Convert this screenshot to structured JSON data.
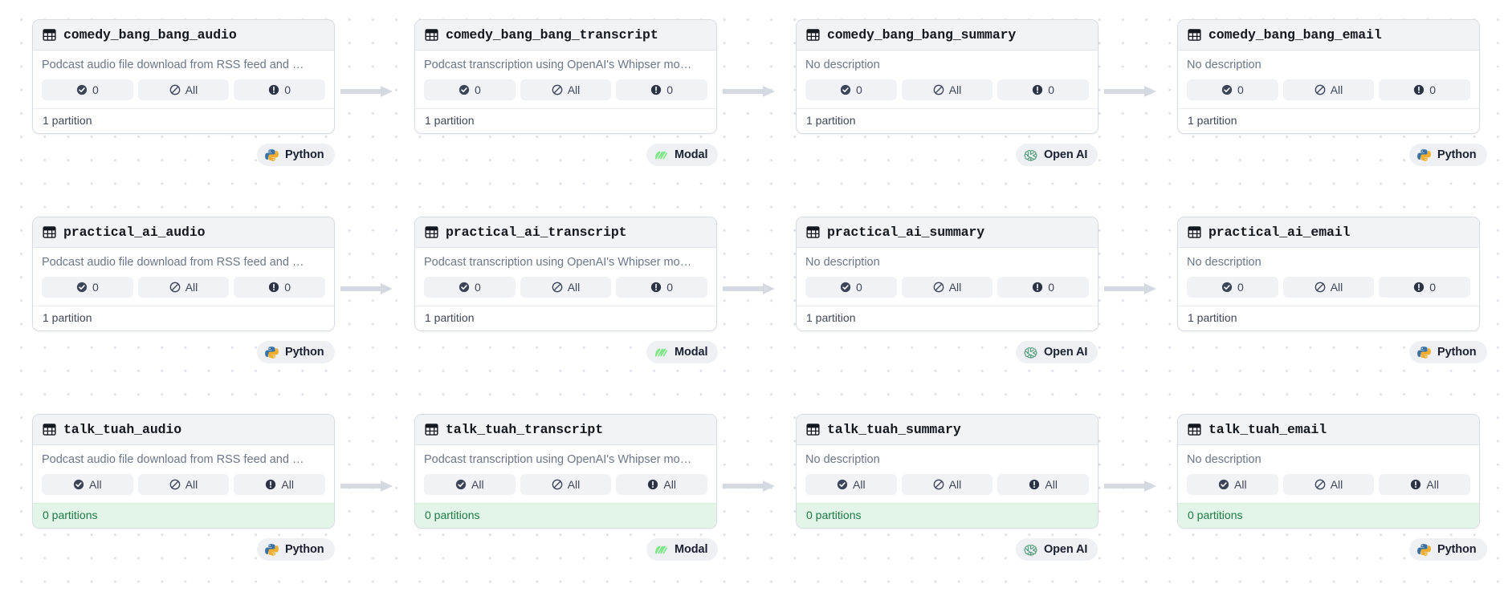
{
  "app": {
    "view": "asset-lineage-graph",
    "background": "#ffffff",
    "grid_dot_color": "#dcdfe6",
    "accent_empty_bg": "#e2f5e8",
    "accent_empty_text": "#1d7a43",
    "connector_color": "#d5d9e2"
  },
  "icons": {
    "table": "table-grid-icon",
    "check": "check-circle-icon",
    "slash": "slash-circle-icon",
    "alert": "alert-circle-icon",
    "python": "python-logo-icon",
    "modal": "modal-logo-icon",
    "openai": "openai-logo-icon"
  },
  "descriptions": {
    "audio": "Podcast audio file download from RSS feed and …",
    "transcript": "Podcast transcription using OpenAI's Whipser mo…",
    "none": "No description"
  },
  "badges": [
    {
      "label": "Python",
      "icon": "python-logo-icon"
    },
    {
      "label": "Modal",
      "icon": "modal-logo-icon"
    },
    {
      "label": "Open AI",
      "icon": "openai-logo-icon"
    },
    {
      "label": "Python",
      "icon": "python-logo-icon"
    }
  ],
  "rows": [
    {
      "id": "comedy_bang_bang",
      "nodes": [
        {
          "title": "comedy_bang_bang_audio",
          "description": "Podcast audio file download from RSS feed and …",
          "pills": [
            {
              "icon": "check-circle-icon",
              "label": "0"
            },
            {
              "icon": "slash-circle-icon",
              "label": "All"
            },
            {
              "icon": "alert-circle-icon",
              "label": "0"
            }
          ],
          "footer": "1 partition",
          "empty": false
        },
        {
          "title": "comedy_bang_bang_transcript",
          "description": "Podcast transcription using OpenAI's Whipser mo…",
          "pills": [
            {
              "icon": "check-circle-icon",
              "label": "0"
            },
            {
              "icon": "slash-circle-icon",
              "label": "All"
            },
            {
              "icon": "alert-circle-icon",
              "label": "0"
            }
          ],
          "footer": "1 partition",
          "empty": false
        },
        {
          "title": "comedy_bang_bang_summary",
          "description": "No description",
          "pills": [
            {
              "icon": "check-circle-icon",
              "label": "0"
            },
            {
              "icon": "slash-circle-icon",
              "label": "All"
            },
            {
              "icon": "alert-circle-icon",
              "label": "0"
            }
          ],
          "footer": "1 partition",
          "empty": false
        },
        {
          "title": "comedy_bang_bang_email",
          "description": "No description",
          "pills": [
            {
              "icon": "check-circle-icon",
              "label": "0"
            },
            {
              "icon": "slash-circle-icon",
              "label": "All"
            },
            {
              "icon": "alert-circle-icon",
              "label": "0"
            }
          ],
          "footer": "1 partition",
          "empty": false
        }
      ]
    },
    {
      "id": "practical_ai",
      "nodes": [
        {
          "title": "practical_ai_audio",
          "description": "Podcast audio file download from RSS feed and …",
          "pills": [
            {
              "icon": "check-circle-icon",
              "label": "0"
            },
            {
              "icon": "slash-circle-icon",
              "label": "All"
            },
            {
              "icon": "alert-circle-icon",
              "label": "0"
            }
          ],
          "footer": "1 partition",
          "empty": false
        },
        {
          "title": "practical_ai_transcript",
          "description": "Podcast transcription using OpenAI's Whipser mo…",
          "pills": [
            {
              "icon": "check-circle-icon",
              "label": "0"
            },
            {
              "icon": "slash-circle-icon",
              "label": "All"
            },
            {
              "icon": "alert-circle-icon",
              "label": "0"
            }
          ],
          "footer": "1 partition",
          "empty": false
        },
        {
          "title": "practical_ai_summary",
          "description": "No description",
          "pills": [
            {
              "icon": "check-circle-icon",
              "label": "0"
            },
            {
              "icon": "slash-circle-icon",
              "label": "All"
            },
            {
              "icon": "alert-circle-icon",
              "label": "0"
            }
          ],
          "footer": "1 partition",
          "empty": false
        },
        {
          "title": "practical_ai_email",
          "description": "No description",
          "pills": [
            {
              "icon": "check-circle-icon",
              "label": "0"
            },
            {
              "icon": "slash-circle-icon",
              "label": "All"
            },
            {
              "icon": "alert-circle-icon",
              "label": "0"
            }
          ],
          "footer": "1 partition",
          "empty": false
        }
      ]
    },
    {
      "id": "talk_tuah",
      "nodes": [
        {
          "title": "talk_tuah_audio",
          "description": "Podcast audio file download from RSS feed and …",
          "pills": [
            {
              "icon": "check-circle-icon",
              "label": "All"
            },
            {
              "icon": "slash-circle-icon",
              "label": "All"
            },
            {
              "icon": "alert-circle-icon",
              "label": "All"
            }
          ],
          "footer": "0 partitions",
          "empty": true
        },
        {
          "title": "talk_tuah_transcript",
          "description": "Podcast transcription using OpenAI's Whipser mo…",
          "pills": [
            {
              "icon": "check-circle-icon",
              "label": "All"
            },
            {
              "icon": "slash-circle-icon",
              "label": "All"
            },
            {
              "icon": "alert-circle-icon",
              "label": "All"
            }
          ],
          "footer": "0 partitions",
          "empty": true
        },
        {
          "title": "talk_tuah_summary",
          "description": "No description",
          "pills": [
            {
              "icon": "check-circle-icon",
              "label": "All"
            },
            {
              "icon": "slash-circle-icon",
              "label": "All"
            },
            {
              "icon": "alert-circle-icon",
              "label": "All"
            }
          ],
          "footer": "0 partitions",
          "empty": true
        },
        {
          "title": "talk_tuah_email",
          "description": "No description",
          "pills": [
            {
              "icon": "check-circle-icon",
              "label": "All"
            },
            {
              "icon": "slash-circle-icon",
              "label": "All"
            },
            {
              "icon": "alert-circle-icon",
              "label": "All"
            }
          ],
          "footer": "0 partitions",
          "empty": true
        }
      ]
    }
  ]
}
